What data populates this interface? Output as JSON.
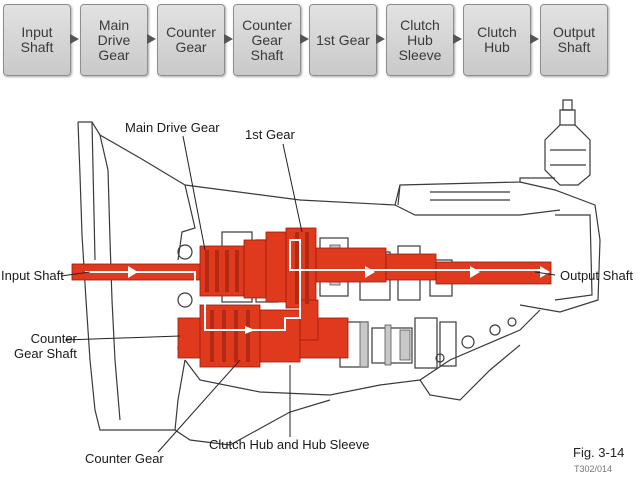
{
  "flow": {
    "steps": [
      "Input\nShaft",
      "Main\nDrive\nGear",
      "Counter\nGear",
      "Counter\nGear\nShaft",
      "1st Gear",
      "Clutch\nHub\nSleeve",
      "Clutch\nHub",
      "Output\nShaft"
    ]
  },
  "diagram": {
    "labels": {
      "main_drive_gear": "Main Drive Gear",
      "first_gear": "1st Gear",
      "input_shaft": "Input Shaft",
      "output_shaft": "Output Shaft",
      "counter_gear_shaft": "Counter\nGear Shaft",
      "clutch_hub": "Clutch Hub and Hub Sleeve",
      "counter_gear": "Counter Gear"
    },
    "figure": "Fig. 3-14",
    "code": "T302/014",
    "colors": {
      "power_flow": "#e03a1e",
      "outline": "#3a3a3a",
      "flow_box": "#d6d6d6"
    }
  }
}
